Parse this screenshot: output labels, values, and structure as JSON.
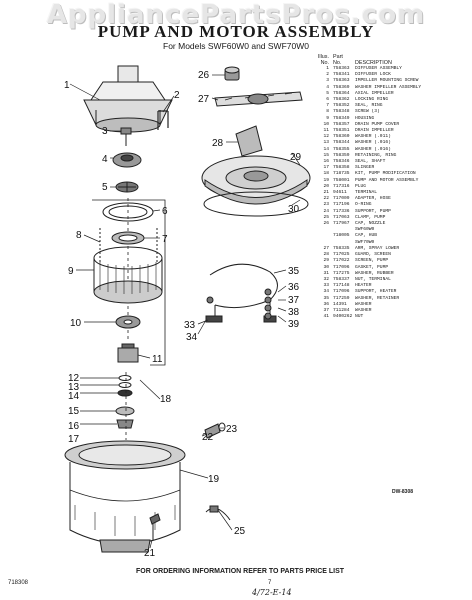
{
  "watermark": "AppliancePartsPros.com",
  "title": "PUMP AND MOTOR ASSEMBLY",
  "subtitle": "For Models SWF60W0 and SWF70W0",
  "parts_table": {
    "header": {
      "ill_no": "Illus.\nNo.",
      "part_no": "Part\nNo.",
      "description": "DESCRIPTION"
    },
    "rows": [
      [
        "1",
        "758363",
        "DIFFUSER ASSEMBLY"
      ],
      [
        "2",
        "758341",
        "DIFFUSER LOCK"
      ],
      [
        "3",
        "758363",
        "IMPELLER MOUNTING SCREW"
      ],
      [
        "4",
        "758369",
        "WASHER IMPELLER ASSEMBLY"
      ],
      [
        "5",
        "758364",
        "AXIAL IMPELLER"
      ],
      [
        "6",
        "758362",
        "LOCKING RING"
      ],
      [
        "7",
        "758352",
        "SEAL, RING"
      ],
      [
        "8",
        "758348",
        "SCREW (3)"
      ],
      [
        "9",
        "758349",
        "HOUSING"
      ],
      [
        "10",
        "758357",
        "DRAIN PUMP COVER"
      ],
      [
        "11",
        "758351",
        "DRAIN IMPELLER"
      ],
      [
        "12",
        "758360",
        "WASHER (.011)"
      ],
      [
        "13",
        "758344",
        "WASHER (.016)"
      ],
      [
        "14",
        "758355",
        "WASHER (.016)"
      ],
      [
        "15",
        "758359",
        "RETAINING, RING"
      ],
      [
        "16",
        "758346",
        "SEAL, SHAFT"
      ],
      [
        "17",
        "758358",
        "SLINGER"
      ],
      [
        "18",
        "718735",
        "KIT, PUMP MODIFICATION"
      ],
      [
        "19",
        "758001",
        "PUMP AND MOTOR ASSEMBLY"
      ],
      [
        "20",
        "717316",
        "PLUG"
      ],
      [
        "21",
        "94611",
        "TERMINAL"
      ],
      [
        "22",
        "717009",
        "ADAPTER, HOSE"
      ],
      [
        "23",
        "717196",
        "O-RING"
      ],
      [
        "24",
        "717336",
        "SUPPORT, PUMP"
      ],
      [
        "25",
        "717063",
        "CLAMP, PUMP"
      ],
      [
        "26",
        "717967",
        "CAP, NOZZLE"
      ],
      [
        "",
        "",
        "SWF60W0"
      ],
      [
        "",
        "718005",
        "CAP, HUB"
      ],
      [
        "",
        "",
        "SWF70W0"
      ],
      [
        "27",
        "758335",
        "ARM, SPRAY LOWER"
      ],
      [
        "28",
        "717025",
        "GUARD, SCREEN"
      ],
      [
        "29",
        "717022",
        "SCREEN, PUMP"
      ],
      [
        "30",
        "717096",
        "GASKET, PUMP"
      ],
      [
        "31",
        "717275",
        "WASHER, RUBBER"
      ],
      [
        "32",
        "758337",
        "NUT, TERMINAL"
      ],
      [
        "33",
        "717148",
        "HEATER"
      ],
      [
        "34",
        "717096",
        "SUPPORT, HEATER"
      ],
      [
        "35",
        "717259",
        "WASHER, RETAINER"
      ],
      [
        "36",
        "14391",
        "WASHER"
      ],
      [
        "37",
        "711284",
        "WASHER"
      ],
      [
        "41",
        "9400262",
        "NUT"
      ]
    ]
  },
  "callouts": [
    "1",
    "2",
    "3",
    "4",
    "5",
    "6",
    "7",
    "8",
    "9",
    "10",
    "11",
    "12",
    "13",
    "14",
    "15",
    "16",
    "17",
    "18",
    "19",
    "21",
    "22",
    "23",
    "25",
    "26",
    "27",
    "28",
    "29",
    "30",
    "33",
    "34",
    "35",
    "36",
    "37",
    "38",
    "39"
  ],
  "drawing_number": "DW-8308",
  "footer_note": "FOR ORDERING INFORMATION REFER TO PARTS PRICE LIST",
  "page_code": "718308",
  "page_number": "7",
  "handwritten_note": "4/72-E-14"
}
